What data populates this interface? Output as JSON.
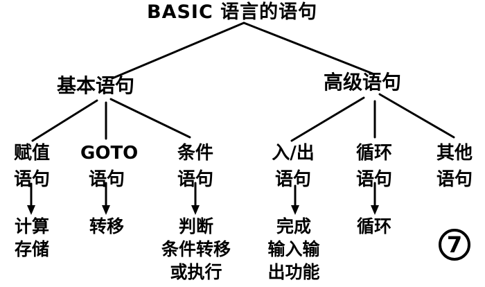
{
  "diagram": {
    "root": {
      "label": "BASIC 语言的语句"
    },
    "branches": [
      {
        "label": "基本语句",
        "children": [
          {
            "label_lines": [
              "赋值",
              "语句"
            ],
            "description_lines": [
              "计算",
              "存储"
            ]
          },
          {
            "label_lines": [
              "GOTO",
              "语句"
            ],
            "description_lines": [
              "转移"
            ]
          },
          {
            "label_lines": [
              "条件",
              "语句"
            ],
            "description_lines": [
              "判断",
              "条件转移",
              "或执行"
            ]
          }
        ]
      },
      {
        "label": "高级语句",
        "children": [
          {
            "label_lines": [
              "入/出",
              "语句"
            ],
            "description_lines": [
              "完成",
              "输入输",
              "出功能"
            ]
          },
          {
            "label_lines": [
              "循环",
              "语句"
            ],
            "description_lines": [
              "循环"
            ]
          },
          {
            "label_lines": [
              "其他",
              "语句"
            ],
            "description_lines": []
          }
        ]
      }
    ],
    "figure_number": "7",
    "colors": {
      "ink": "#000000",
      "background": "#ffffff"
    }
  }
}
